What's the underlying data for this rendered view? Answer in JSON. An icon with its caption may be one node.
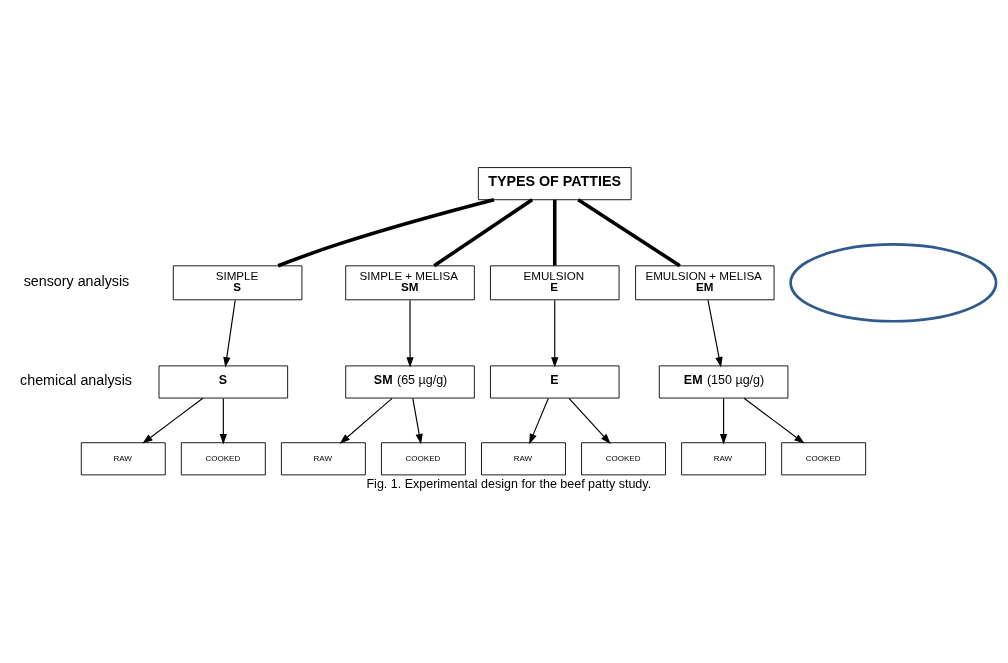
{
  "diagram": {
    "caption": "Fig. 1. Experimental design for the beef patty study.",
    "nodes": [
      {
        "text": [
          "TYPES OF PATTIES"
        ]
      },
      {
        "text": [
          "SIMPLE",
          "S"
        ]
      },
      {
        "text": [
          "SIMPLE + MELISA",
          "SM"
        ]
      },
      {
        "text": [
          "EMULSION",
          "E"
        ]
      },
      {
        "text": [
          "EMULSION + MELISA",
          "EM"
        ]
      },
      {
        "text": [
          "S"
        ]
      },
      {
        "text": [
          "**SM** (65 µg/g)"
        ]
      },
      {
        "text": [
          "E"
        ]
      },
      {
        "text": [
          "**EM** (150 µg/g)"
        ]
      },
      {
        "text": [
          "RAW"
        ]
      },
      {
        "text": [
          "COOKED"
        ]
      },
      {
        "text": [
          "RAW"
        ]
      },
      {
        "text": [
          "COOKED"
        ]
      },
      {
        "text": [
          "RAW"
        ]
      },
      {
        "text": [
          "COOKED"
        ]
      },
      {
        "text": [
          "RAW"
        ]
      },
      {
        "text": [
          "COOKED"
        ]
      },
      {
        "text": [],
        "shape": "ellipse"
      }
    ],
    "edges": [
      {
        "from": 0,
        "to": 1,
        "arrow": "none",
        "style": "thick"
      },
      {
        "from": 0,
        "to": 2,
        "arrow": "none",
        "style": "thick"
      },
      {
        "from": 0,
        "to": 3,
        "arrow": "none",
        "style": "thick"
      },
      {
        "from": 0,
        "to": 4,
        "arrow": "none",
        "style": "thick"
      },
      {
        "from": 1,
        "to": 5,
        "arrow": "to"
      },
      {
        "from": 2,
        "to": 6,
        "arrow": "to"
      },
      {
        "from": 3,
        "to": 7,
        "arrow": "to"
      },
      {
        "from": 4,
        "to": 8,
        "arrow": "to"
      },
      {
        "from": 5,
        "to": 9,
        "arrow": "to"
      },
      {
        "from": 5,
        "to": 10,
        "arrow": "to"
      },
      {
        "from": 6,
        "to": 11,
        "arrow": "to"
      },
      {
        "from": 6,
        "to": 12,
        "arrow": "to"
      },
      {
        "from": 7,
        "to": 13,
        "arrow": "to"
      },
      {
        "from": 7,
        "to": 14,
        "arrow": "to"
      },
      {
        "from": 8,
        "to": 15,
        "arrow": "to"
      },
      {
        "from": 8,
        "to": 16,
        "arrow": "to"
      }
    ],
    "labels": [
      "sensory analysis",
      "chemical analysis"
    ]
  }
}
